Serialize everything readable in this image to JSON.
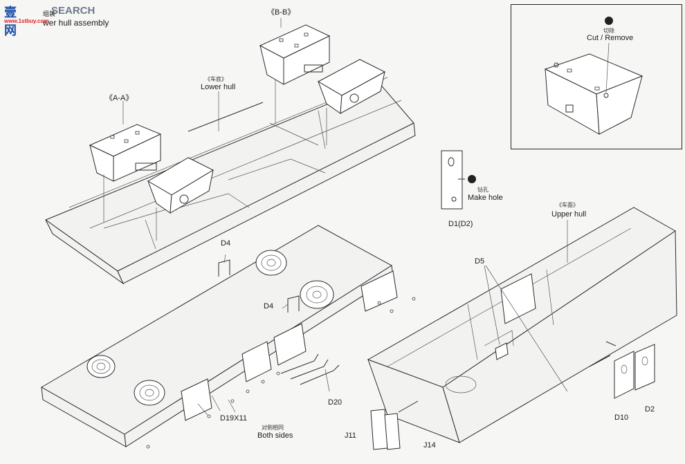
{
  "watermark": {
    "logo_main": "壹网",
    "logo_accent": "",
    "brand": "SEARCH",
    "site": "www.1stbuy.com"
  },
  "header": {
    "title_cn": "组装",
    "title": "wer hull assembly"
  },
  "labels": {
    "section_aa": "《A-A》",
    "section_bb": "《B-B》",
    "lower_hull_cn": "《车底》",
    "lower_hull": "Lower hull",
    "upper_hull_cn": "《车面》",
    "upper_hull": "Upper hull",
    "cut_remove_cn": "切除",
    "cut_remove": "Cut / Remove",
    "make_hole_cn": "钻孔",
    "make_hole": "Make hole",
    "both_sides_cn": "对侧相同",
    "both_sides": "Both sides"
  },
  "parts": {
    "d1": "D1(D2)",
    "d4_a": "D4",
    "d4_b": "D4",
    "d19": "D19X11",
    "d20": "D20",
    "d5": "D5",
    "d10": "D10",
    "d2": "D2",
    "j11": "J11",
    "j14": "J14"
  }
}
